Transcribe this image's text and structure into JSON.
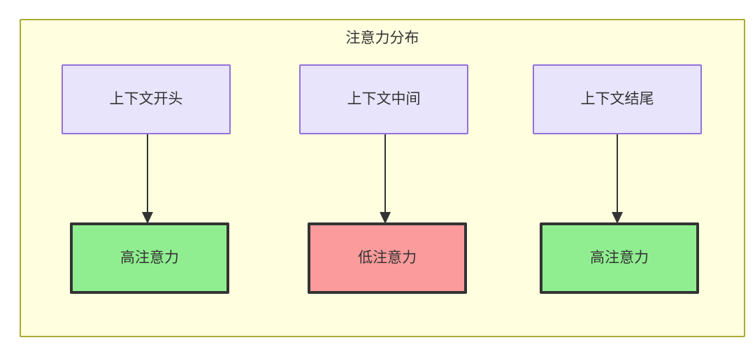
{
  "diagram": {
    "title": "注意力分布",
    "type": "flowchart",
    "container": {
      "fill_color": "#ffffe0",
      "border_color": "#aaaa33"
    },
    "colors": {
      "context_fill": "#e8e4fb",
      "context_border": "#9370db",
      "high_attention_fill": "#90ee90",
      "low_attention_fill": "#fb9b9b",
      "node_border": "#333333",
      "text": "#333333",
      "edge": "#333333"
    },
    "columns": [
      {
        "id": "start",
        "source": {
          "label": "上下文开头"
        },
        "target": {
          "label": "高注意力",
          "level": "high"
        }
      },
      {
        "id": "middle",
        "source": {
          "label": "上下文中间"
        },
        "target": {
          "label": "低注意力",
          "level": "low"
        }
      },
      {
        "id": "end",
        "source": {
          "label": "上下文结尾"
        },
        "target": {
          "label": "高注意力",
          "level": "high"
        }
      }
    ],
    "edges": [
      {
        "from": "上下文开头",
        "to": "高注意力",
        "arrow": "down-arrow"
      },
      {
        "from": "上下文中间",
        "to": "低注意力",
        "arrow": "down-arrow"
      },
      {
        "from": "上下文结尾",
        "to": "高注意力",
        "arrow": "down-arrow"
      }
    ]
  }
}
